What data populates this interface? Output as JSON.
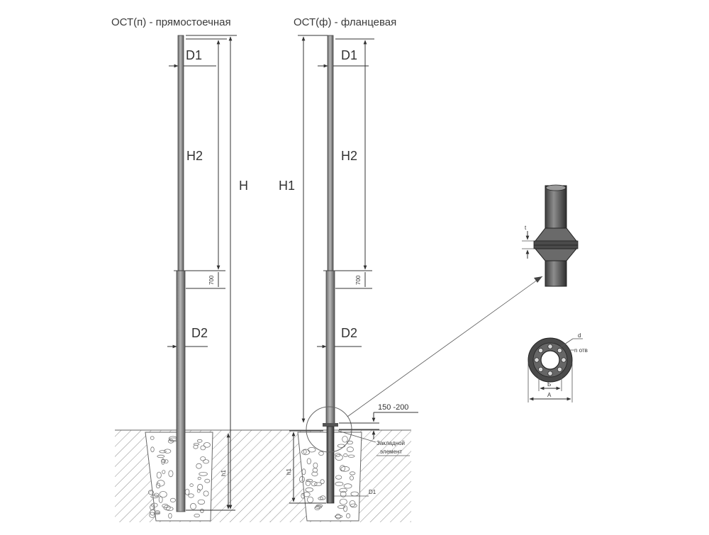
{
  "left_pole": {
    "title": "ОСТ(п) - прямостоечная",
    "d1": "D1",
    "d2": "D2",
    "h2": "H2",
    "h": "H",
    "seg700": "700",
    "h1": "h1"
  },
  "right_pole": {
    "title": "ОСТ(ф) - фланцевая",
    "d1": "D1",
    "d2": "D2",
    "h2": "H2",
    "h1_total": "H1",
    "seg700": "700",
    "h1": "h1",
    "gap": "150 -200",
    "embed_line1": "Закладной",
    "embed_line2": "элемент",
    "d1_bottom": "D1"
  },
  "flange_detail": {
    "t": "t"
  },
  "flange_plan": {
    "d": "d",
    "holes": "n отв",
    "b": "Б",
    "a": "А"
  }
}
